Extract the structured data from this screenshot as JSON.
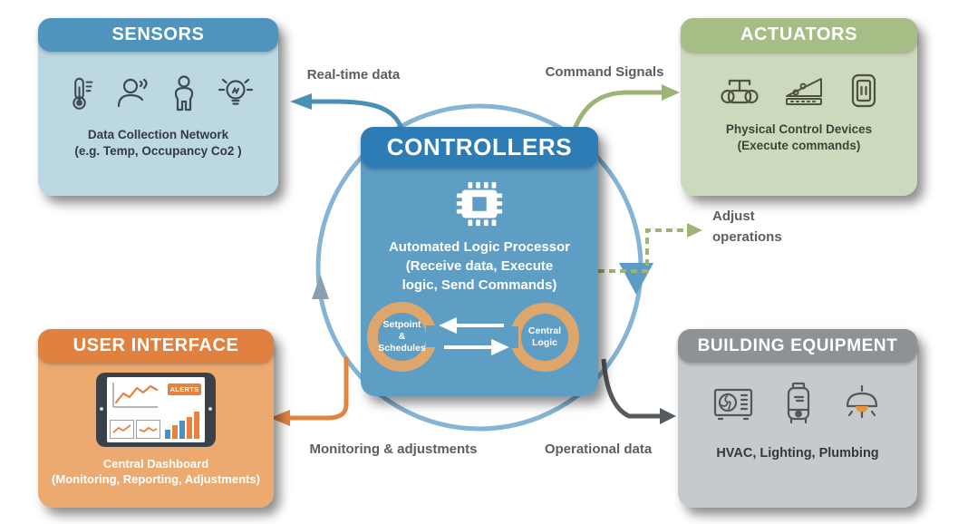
{
  "boxes": {
    "sensors": {
      "title": "SENSORS",
      "header_color": "#4f94bd",
      "body_color": "#bcd8e2",
      "icons": [
        "thermometer-icon",
        "occupancy-sensor-icon",
        "person-icon",
        "light-bulb-icon"
      ],
      "line1": "Data Collection Network",
      "line2": "(e.g. Temp, Occupancy Co2 )"
    },
    "actuators": {
      "title": "ACTUATORS",
      "header_color": "#a6bd85",
      "body_color": "#cdd9bd",
      "icons": [
        "valve-icon",
        "damper-icon",
        "switch-icon"
      ],
      "line1": "Physical Control Devices",
      "line2": "(Execute commands)"
    },
    "controllers": {
      "title": "CONTROLLERS",
      "header_color": "#2e7cb5",
      "body_color": "#5e9dc4",
      "icon": "cpu-chip-icon",
      "line1": "Automated Logic Processor",
      "line2": "(Receive data, Execute",
      "line3": "logic, Send Commands)",
      "node_left_line1": "Setpoint",
      "node_left_line2": "& Schedules",
      "node_right_line1": "Central",
      "node_right_line2": "Logic"
    },
    "user_interface": {
      "title": "USER INTERFACE",
      "header_color": "#e0813f",
      "body_color": "#edaa70",
      "icon": "dashboard-tablet-icon",
      "alerts_badge": "ALERTS",
      "line1": "Central Dashboard",
      "line2": "(Monitoring, Reporting, Adjustments)"
    },
    "building_equipment": {
      "title": "BUILDING EQUIPMENT",
      "header_color": "#8d9296",
      "body_color": "#c7cacc",
      "icons": [
        "hvac-unit-icon",
        "water-heater-icon",
        "ceiling-lamp-icon"
      ],
      "line1": "HVAC, Lighting, Plumbing"
    }
  },
  "arrow_labels": {
    "sensors_feed": "Real-time data",
    "actuators_feed": "Command Signals",
    "adjust_line1": "Adjust",
    "adjust_line2": "operations",
    "user_interface_feed": "Monitoring & adjustments",
    "equipment_feed": "Operational data"
  },
  "arrow_colors": {
    "loop": "#85b4d4",
    "sensor_arrow": "#4a8fb5",
    "actuator_arrow": "#9fb377",
    "ui_arrow": "#e08440",
    "equipment_arrow": "#565b60"
  }
}
